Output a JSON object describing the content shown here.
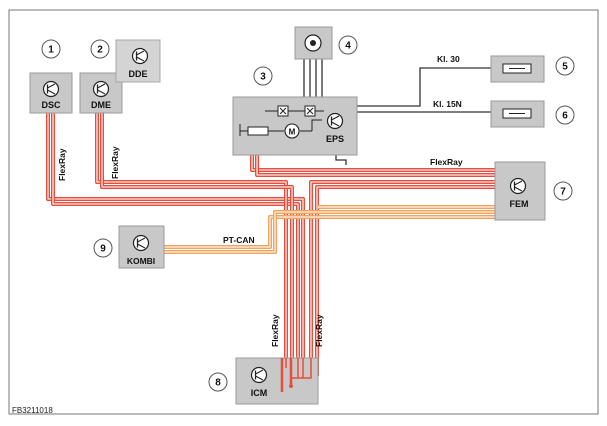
{
  "figure_id": "FB3211018",
  "components": {
    "dsc": {
      "number": "1",
      "label": "DSC"
    },
    "dme": {
      "number": "2",
      "label": "DME"
    },
    "dde": {
      "label": "DDE"
    },
    "eps": {
      "number": "3",
      "label": "EPS",
      "motor": "M"
    },
    "sensor": {
      "number": "4"
    },
    "fuse30": {
      "number": "5"
    },
    "fuse15": {
      "number": "6"
    },
    "fem": {
      "number": "7",
      "label": "FEM"
    },
    "icm": {
      "number": "8",
      "label": "ICM"
    },
    "kombi": {
      "number": "9",
      "label": "KOMBI"
    }
  },
  "wires": {
    "kl30": "Kl. 30",
    "kl15n": "Kl. 15N",
    "flexray": "FlexRay",
    "ptcan": "PT-CAN"
  },
  "colors": {
    "flexray_outer": "#e74c3c",
    "flexray_inner": "#fce8e4",
    "ptcan_outer": "#f0a35c",
    "ptcan_inner": "#fdf2e6",
    "box_fill": "#c8c8c8",
    "box_stroke": "#9a9a9a",
    "wire_dark": "#333333"
  }
}
